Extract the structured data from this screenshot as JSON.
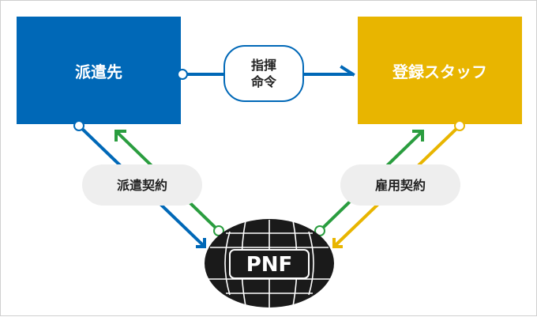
{
  "nodes": {
    "client": {
      "label": "派遣先",
      "color": "#0068b7"
    },
    "staff": {
      "label": "登録スタッフ",
      "color": "#e8b500"
    }
  },
  "relations": {
    "instruction": {
      "line1": "指揮",
      "line2": "命令"
    },
    "dispatch_contract": {
      "label": "派遣契約"
    },
    "employment_contract": {
      "label": "雇用契約"
    }
  },
  "logo": {
    "text": "PNF"
  },
  "colors": {
    "blue": "#0068b7",
    "green": "#2a9d3f",
    "yellow": "#e8b500",
    "pill": "#eeeeee",
    "dark": "#1a1a1a"
  }
}
